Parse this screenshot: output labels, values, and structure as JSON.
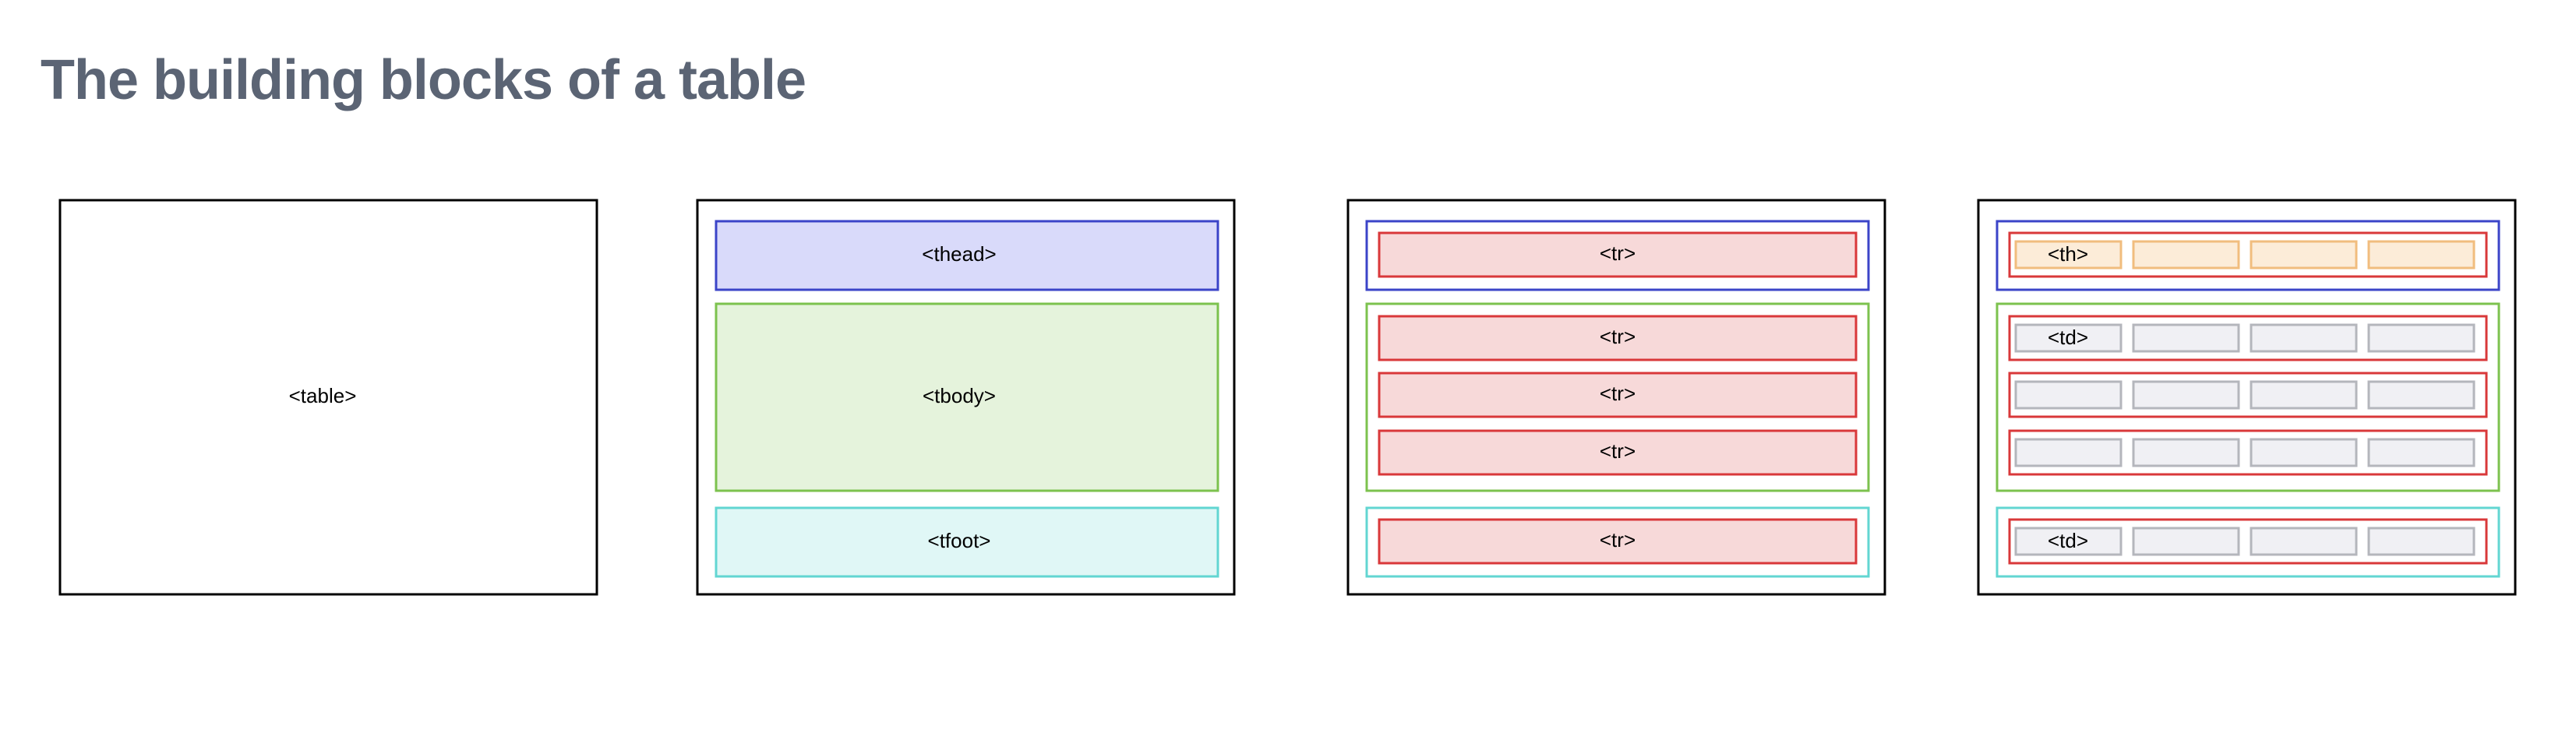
{
  "page": {
    "title": "The building blocks of a table"
  },
  "labels": {
    "table": "<table>",
    "thead": "<thead>",
    "tbody": "<tbody>",
    "tfoot": "<tfoot>",
    "tr": "<tr>",
    "th": "<th>",
    "td": "<td>"
  },
  "colors": {
    "title": "#5b6474",
    "table_border": "#000000",
    "thead_border": "#3b44c8",
    "thead_fill": "#d9dafa",
    "tbody_border": "#7cc24e",
    "tbody_fill": "#e5f3dc",
    "tfoot_border": "#62d6d2",
    "tfoot_fill": "#e0f7f6",
    "tr_border": "#d9383a",
    "tr_fill": "#f7d9d9",
    "th_border": "#f1bd7e",
    "th_fill": "#fcecd8",
    "td_border": "#b4b6bc",
    "td_fill": "#f0f0f4"
  }
}
